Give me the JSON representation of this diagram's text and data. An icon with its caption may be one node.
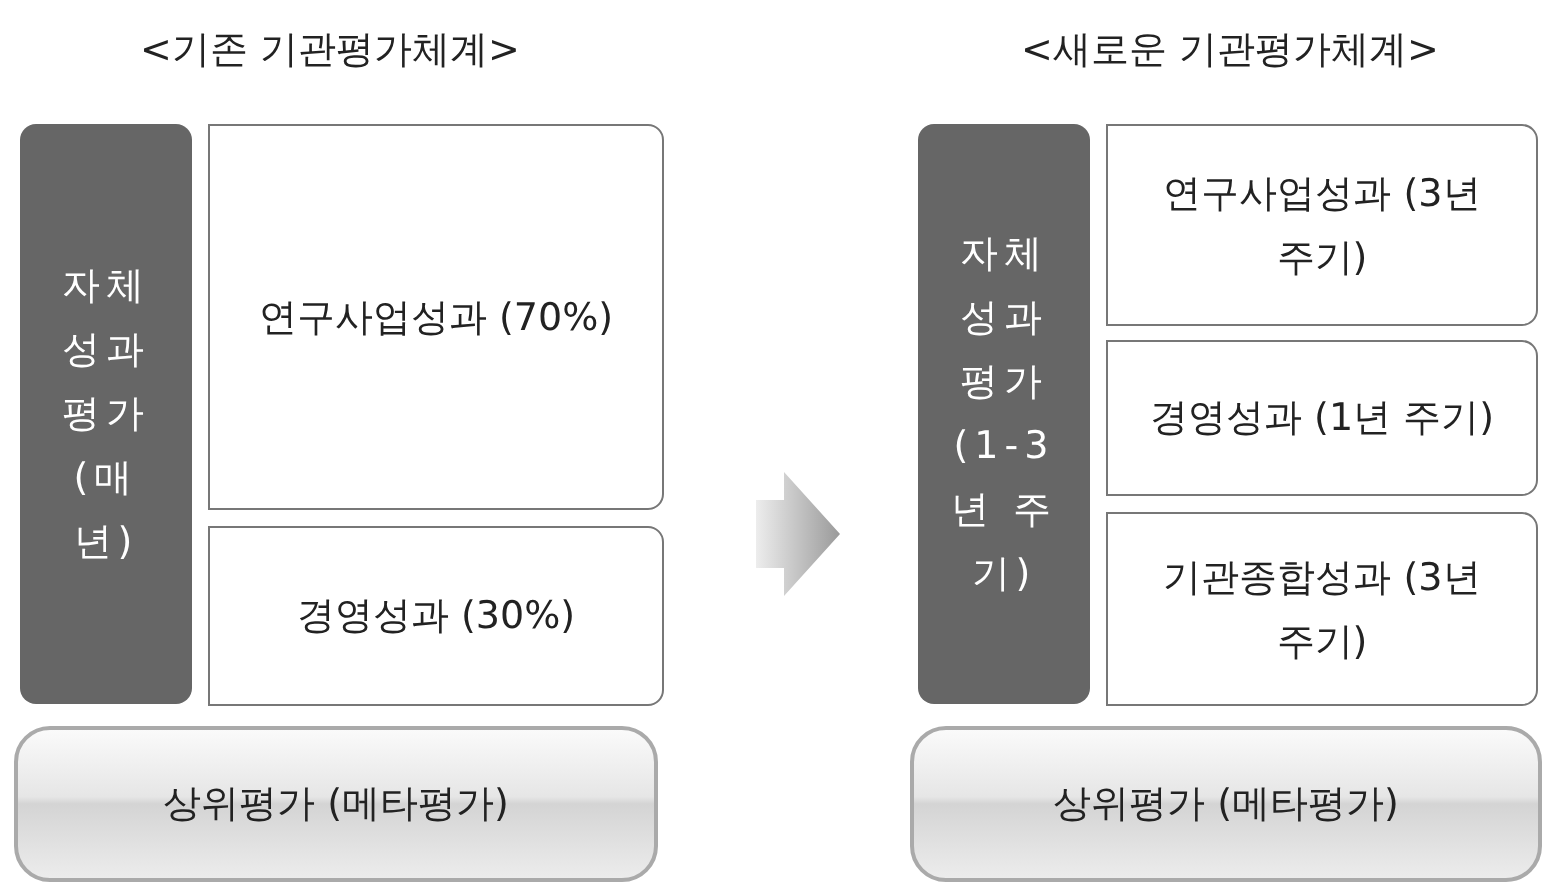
{
  "diagram": {
    "nodes": [
      {
        "text": [
          "자체 성과 평가 (매년)"
        ]
      },
      {
        "text": [
          "연구사업성과 (70%)"
        ]
      },
      {
        "text": [
          "경영성과 (30%)"
        ]
      },
      {
        "text": [
          "상위평가 (메타평가)"
        ]
      },
      {
        "text": [
          "자체 성과 평가 (1-3년 주기)"
        ]
      },
      {
        "text": [
          "연구사업성과 (3년 주기)"
        ]
      },
      {
        "text": [
          "경영성과 (1년 주기)"
        ]
      },
      {
        "text": [
          "기관종합성과 (3년 주기)"
        ]
      },
      {
        "text": [
          "상위평가 (메타평가)"
        ]
      }
    ],
    "labels": [
      "<기존 기관평가체계>",
      "<새로운 기관평가체계>"
    ]
  }
}
